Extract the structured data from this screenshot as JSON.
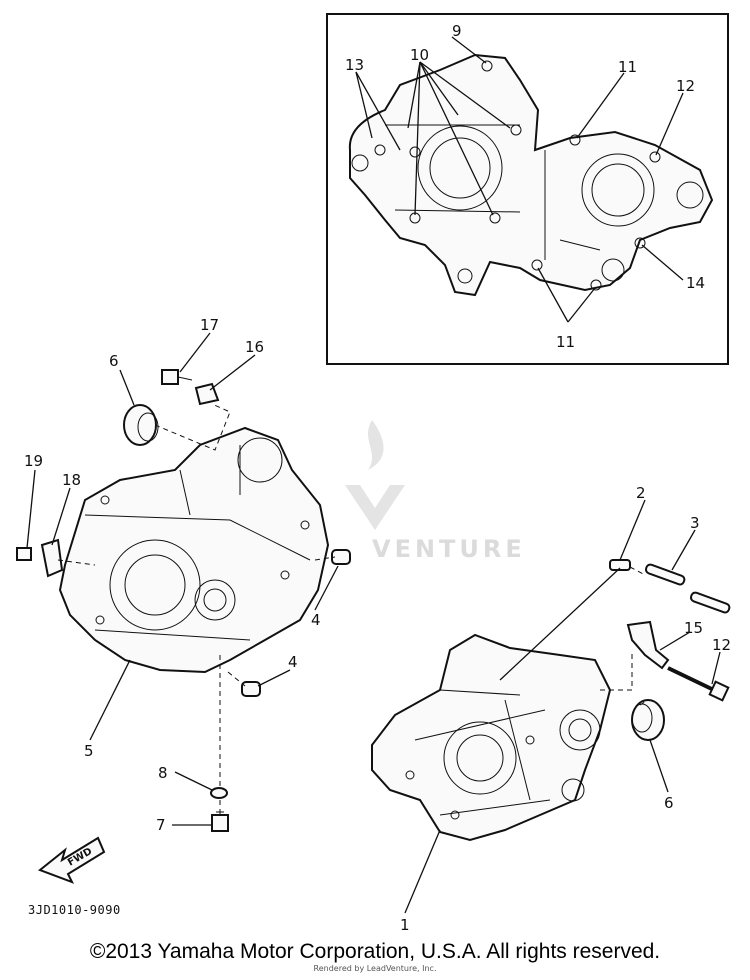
{
  "diagram": {
    "labels": {
      "l1": "1",
      "l2": "2",
      "l3": "3",
      "l4a": "4",
      "l4b": "4",
      "l5": "5",
      "l6a": "6",
      "l6b": "6",
      "l7": "7",
      "l8": "8",
      "l9": "9",
      "l10": "10",
      "l11a": "11",
      "l11b": "11",
      "l12a": "12",
      "l12b": "12",
      "l13": "13",
      "l14": "14",
      "l15": "15",
      "l16": "16",
      "l17": "17",
      "l18": "18",
      "l19": "19"
    },
    "fwd_label": "FWD",
    "part_code": "3JD1010-9090",
    "watermark": "VENTURE"
  },
  "footer": {
    "copyright": "©2013 Yamaha Motor Corporation, U.S.A. All rights reserved.",
    "rendered": "Rendered by LeadVenture, Inc."
  }
}
